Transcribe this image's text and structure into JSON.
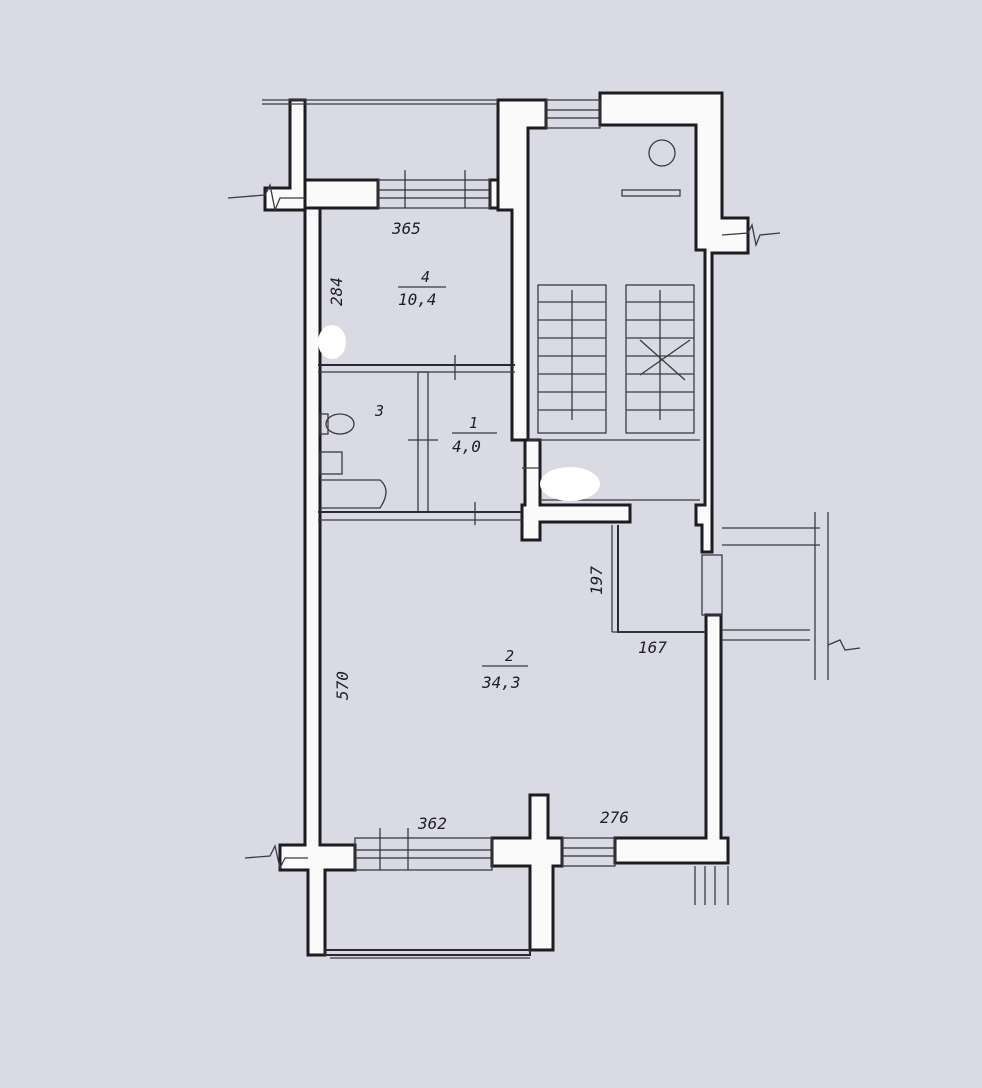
{
  "rooms": [
    {
      "number": "4",
      "area": "10,4"
    },
    {
      "number": "3",
      "area": ""
    },
    {
      "number": "1",
      "area": "4,0"
    },
    {
      "number": "2",
      "area": "34,3"
    }
  ],
  "dimensions": {
    "top_room_width": "365",
    "top_room_height": "284",
    "main_room_height": "570",
    "bottom_left_width": "362",
    "bottom_right_width": "276",
    "niche_height": "197",
    "niche_width": "167"
  },
  "colors": {
    "paper": "#d9dae3",
    "wall_fill": "#fafafb",
    "line": "#1c1c22"
  }
}
